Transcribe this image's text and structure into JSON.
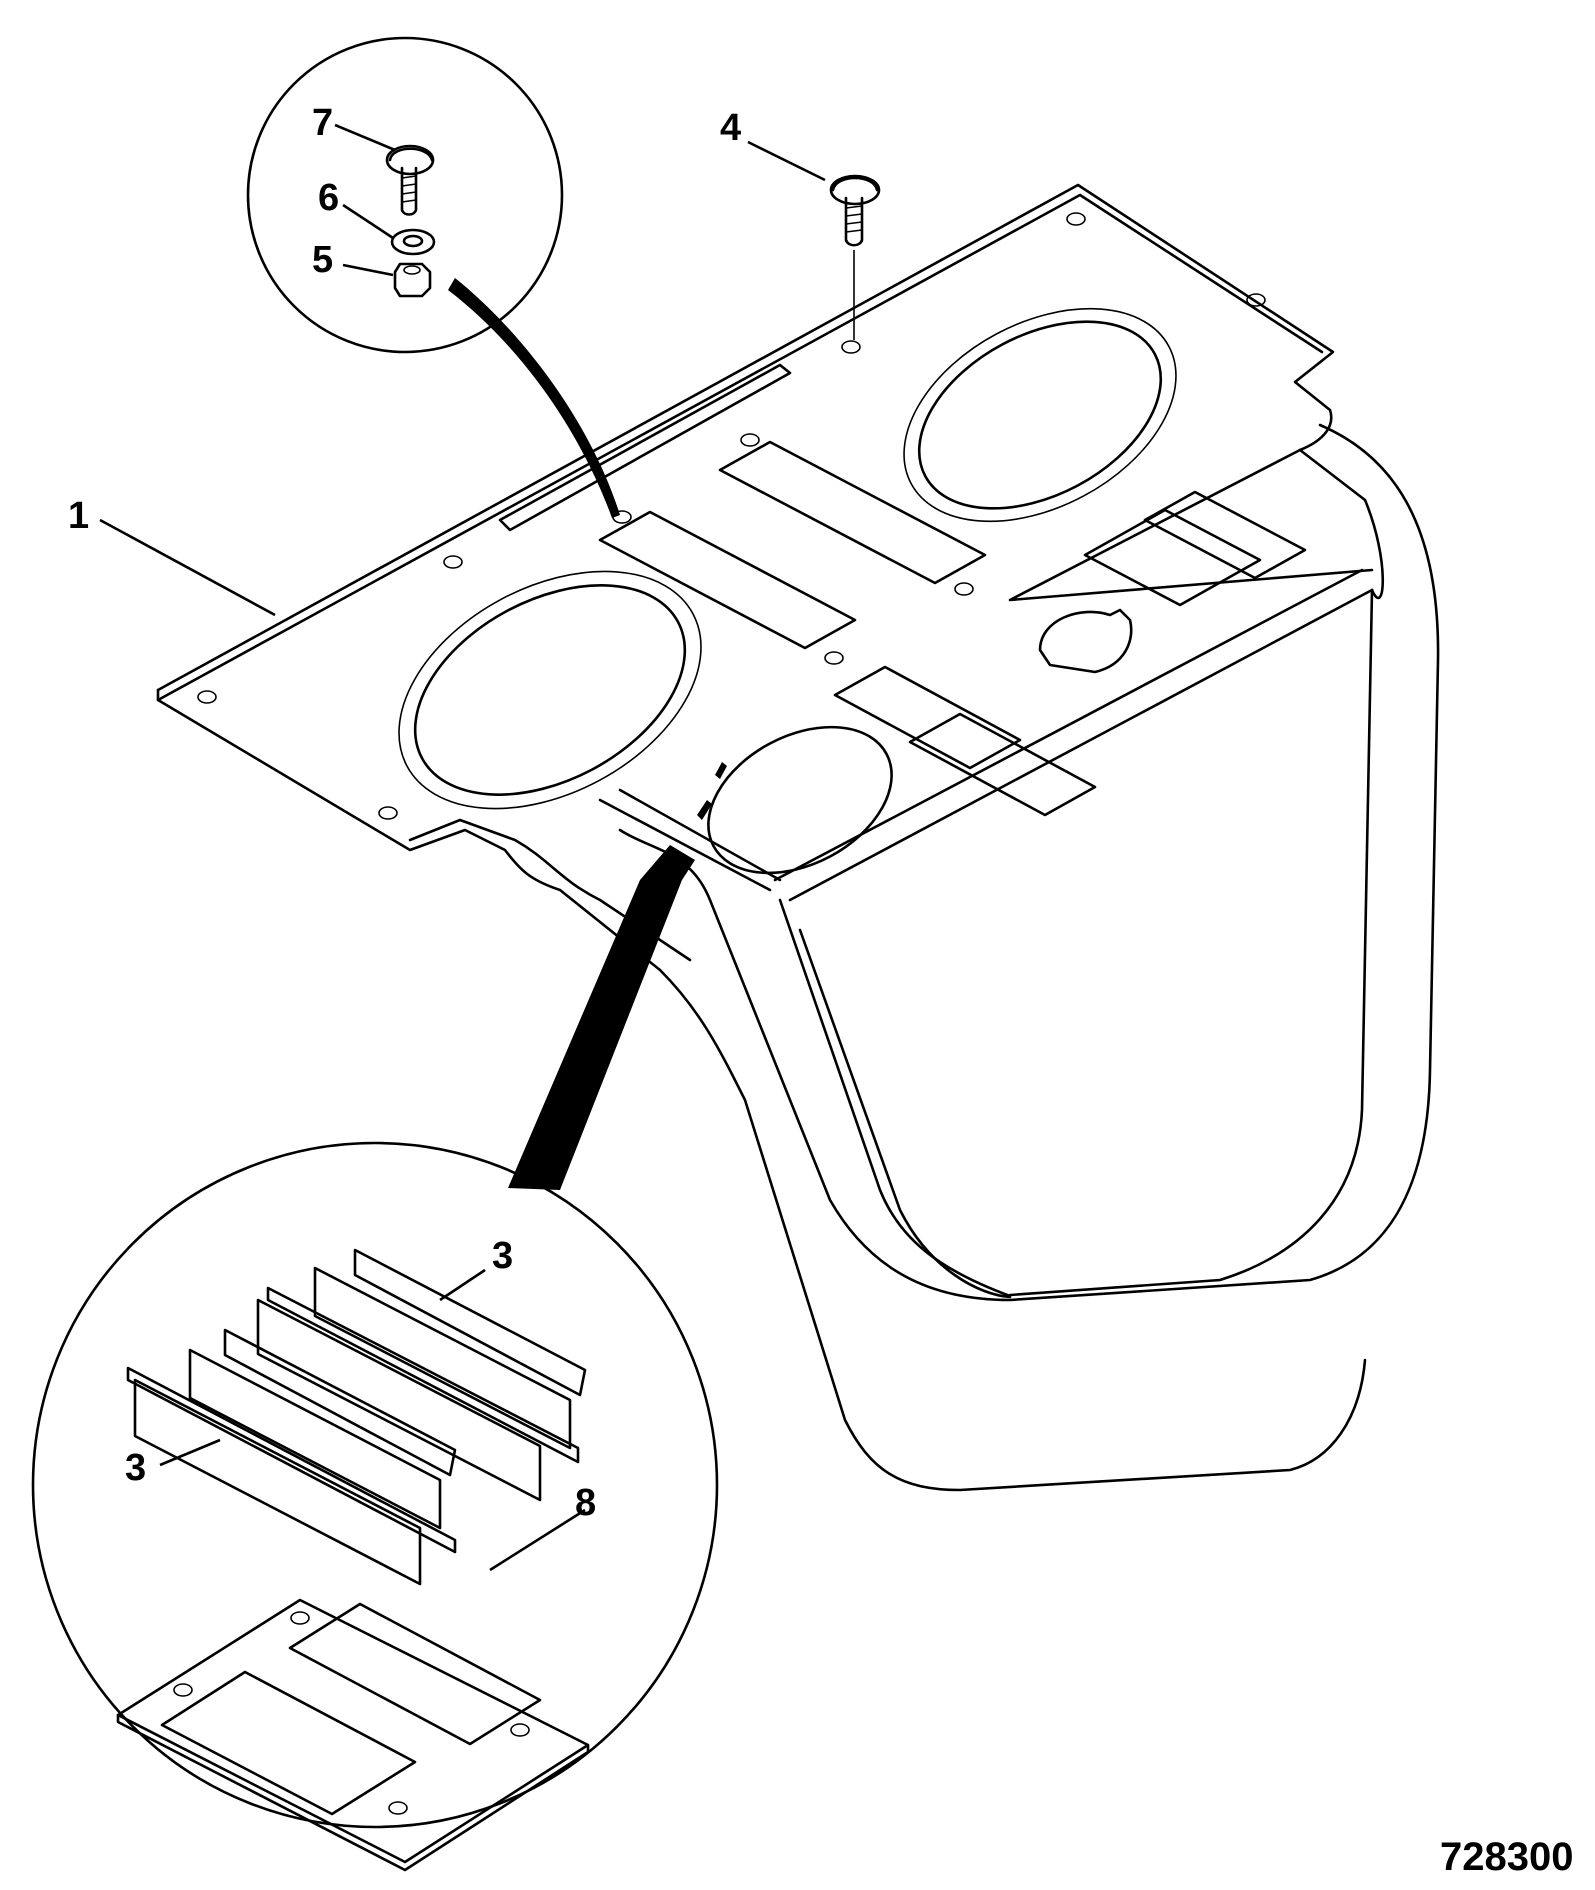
{
  "figure_number": "728300",
  "callouts": {
    "c1": "1",
    "c3a": "3",
    "c3b": "3",
    "c4": "4",
    "c5": "5",
    "c6": "6",
    "c7": "7",
    "c8": "8"
  }
}
